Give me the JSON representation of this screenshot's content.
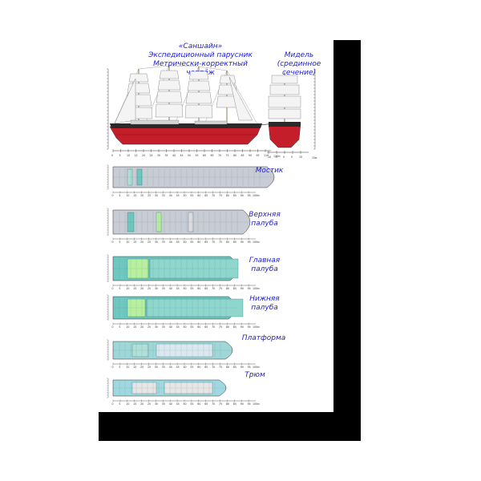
{
  "drawing": {
    "title_lines": [
      "«Саншайн»",
      "Экспедиционный парусник",
      "Метрически-корректный чертёж"
    ],
    "midship_lines": [
      "Мидель",
      "(срединное сечение)"
    ]
  },
  "decks": [
    {
      "label_lines": [
        "Мостик"
      ]
    },
    {
      "label_lines": [
        "Верхняя",
        "палуба"
      ]
    },
    {
      "label_lines": [
        "Главная",
        "палуба"
      ]
    },
    {
      "label_lines": [
        "Нижняя",
        "палуба"
      ]
    },
    {
      "label_lines": [
        "Платформа"
      ]
    },
    {
      "label_lines": [
        "Трюм"
      ]
    }
  ],
  "scale": {
    "ticks": [
      "0",
      "5",
      "10",
      "15",
      "20",
      "25",
      "30",
      "35",
      "40",
      "45",
      "50",
      "55",
      "60",
      "65",
      "70",
      "75",
      "80",
      "85",
      "90",
      "95",
      "100",
      "105"
    ],
    "profile_end": "110",
    "profile_unit": "120м",
    "midship_ticks": [
      "-10",
      "-5",
      "0",
      "5",
      "10"
    ],
    "midship_unit": "15м",
    "deck_unit": "100м"
  },
  "colors": {
    "background": "#ffffff",
    "frame": "#000000",
    "label_blue": "#2222cc",
    "hull_red": "#c41e2a",
    "hull_dark": "#2a2a2a",
    "deck_gray": "#c8ccd4",
    "cabin_teal": "#6ec8c0",
    "cabin_green": "#b8f0a0",
    "sail": "#f4f4f4"
  },
  "icons": [
    "ship-profile-drawing",
    "midship-section-drawing",
    "deck-plan-drawing"
  ]
}
